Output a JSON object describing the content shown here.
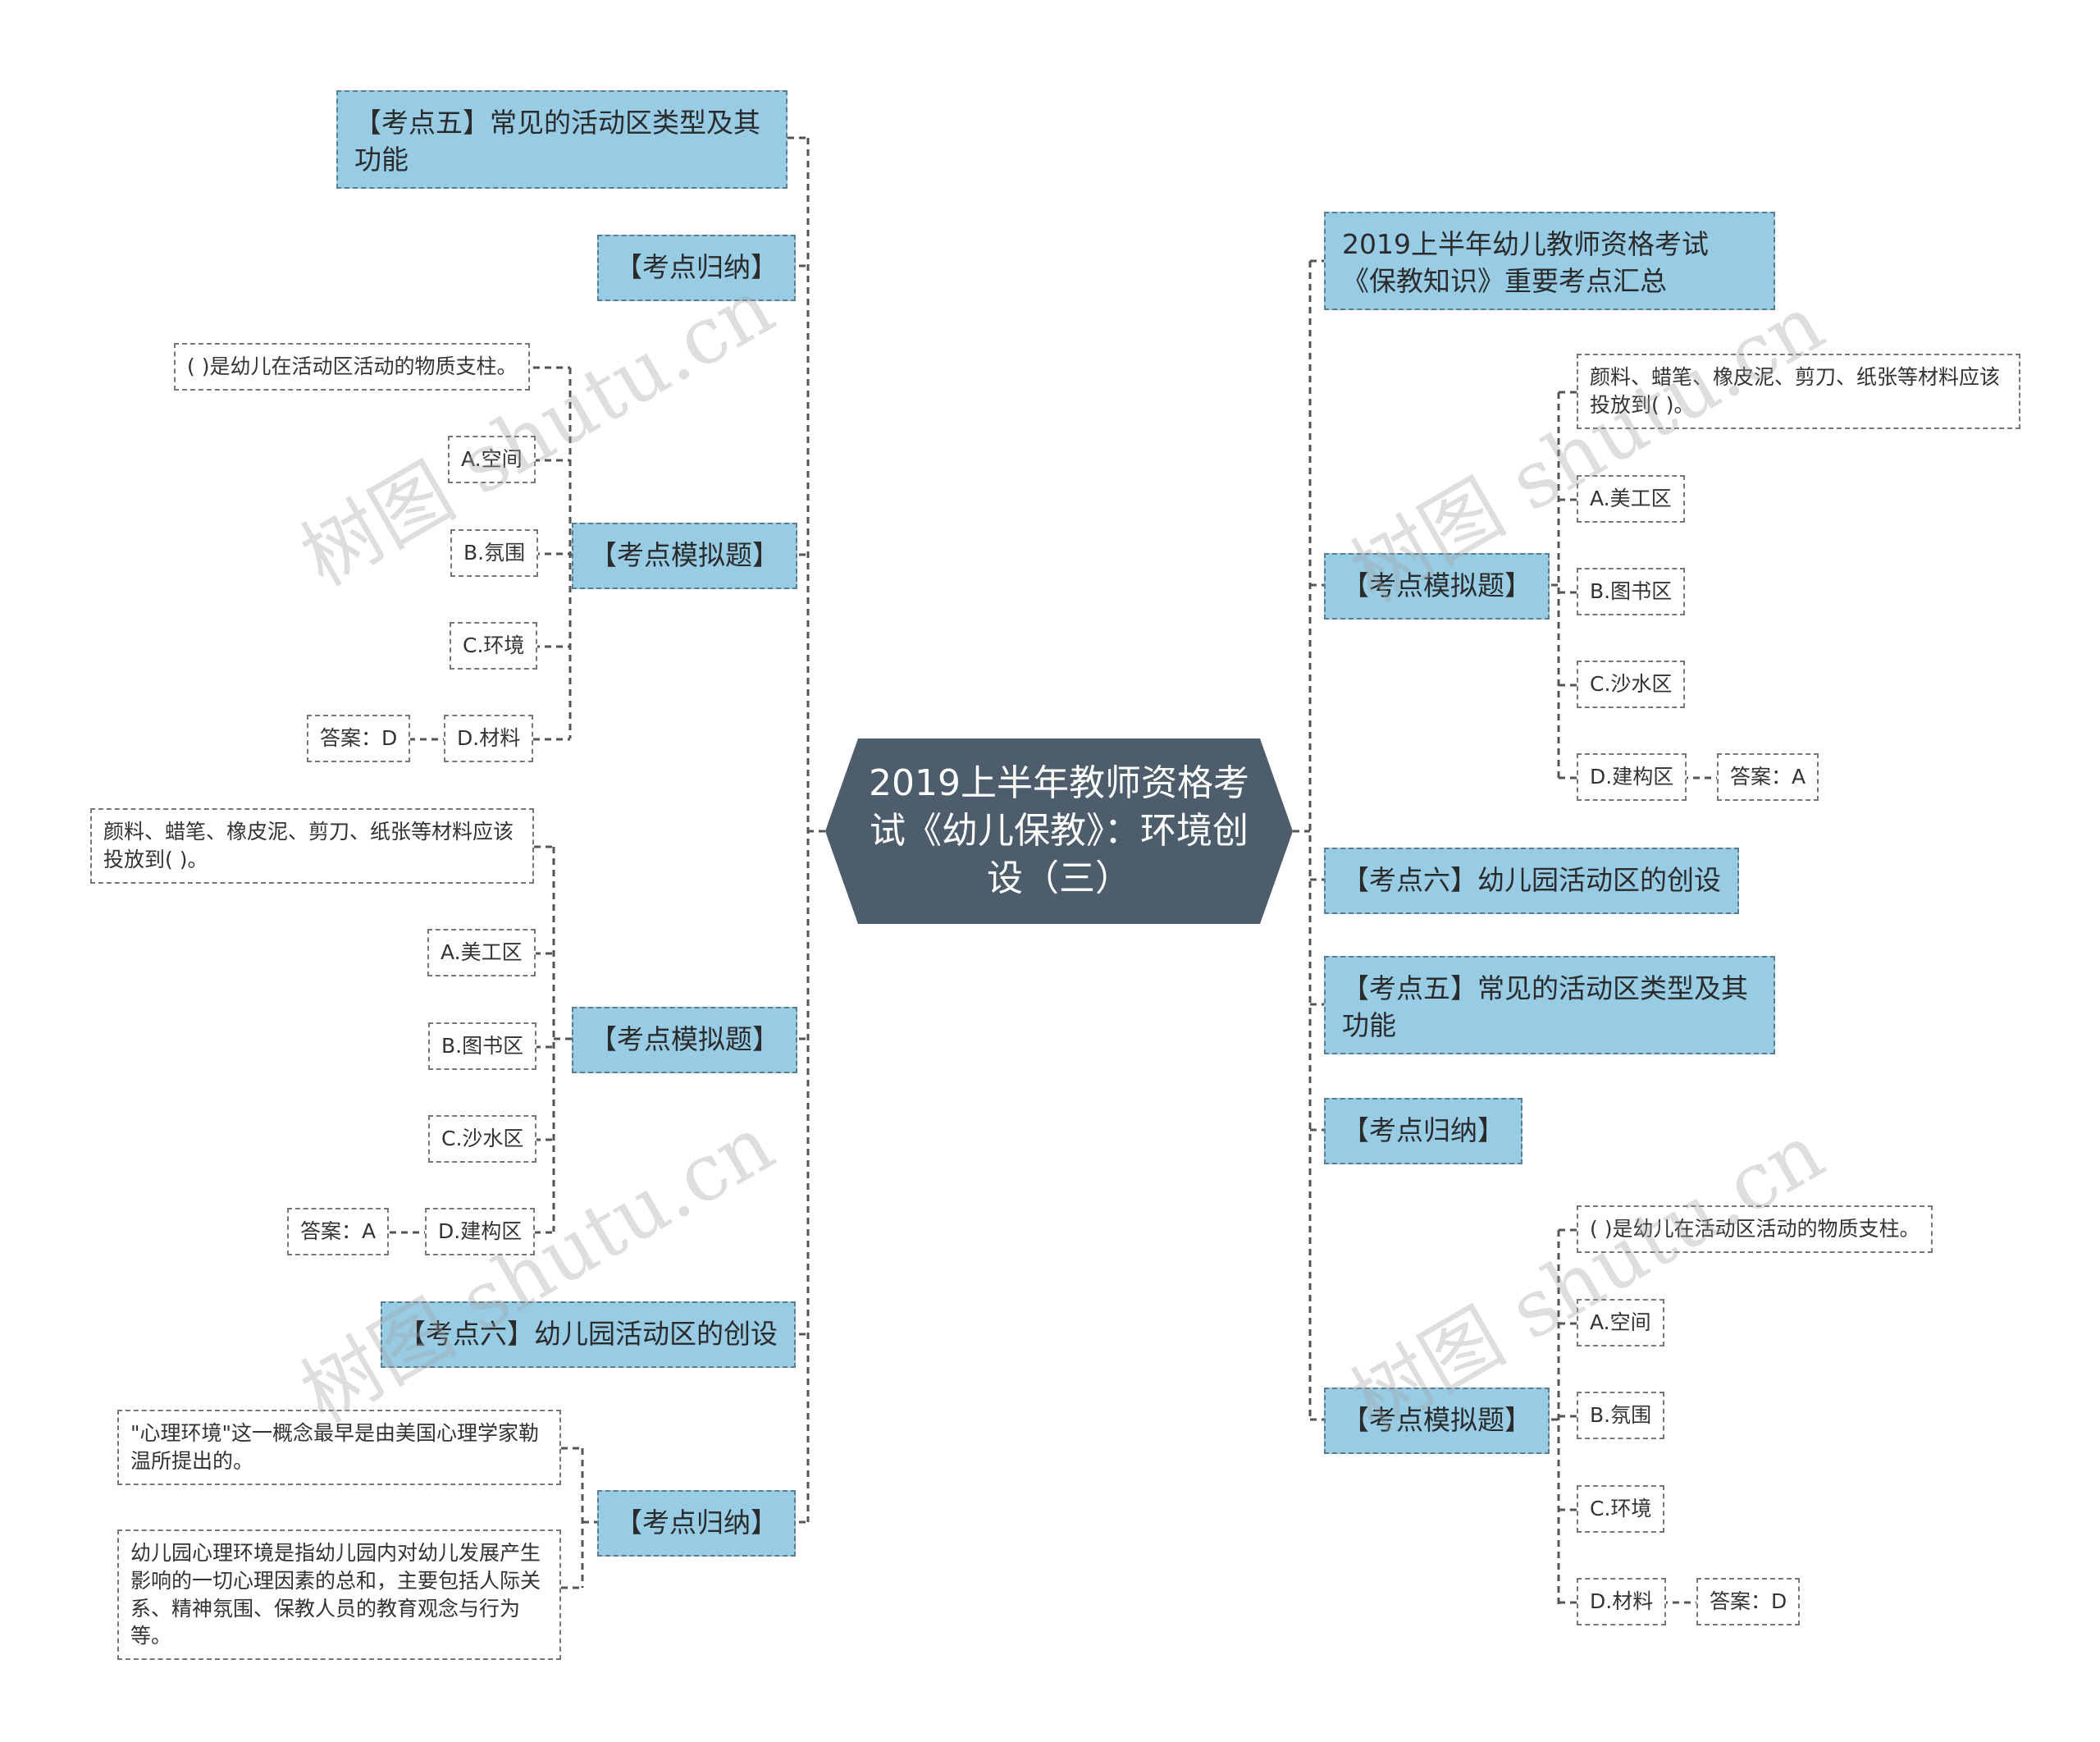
{
  "root": {
    "title": "2019上半年教师资格考试《幼儿保教》：环境创设（三）"
  },
  "left": {
    "kp5": "【考点五】常见的活动区类型及其功能",
    "gn1": "【考点归纳】",
    "mn1": {
      "title": "【考点模拟题】",
      "question": "( )是幼儿在活动区活动的物质支柱。",
      "options": [
        "A.空间",
        "B.氛围",
        "C.环境",
        "D.材料"
      ],
      "answer": "答案：D"
    },
    "mn2": {
      "title": "【考点模拟题】",
      "question": "颜料、蜡笔、橡皮泥、剪刀、纸张等材料应该投放到( )。",
      "options": [
        "A.美工区",
        "B.图书区",
        "C.沙水区",
        "D.建构区"
      ],
      "answer": "答案：A"
    },
    "kp6": "【考点六】幼儿园活动区的创设",
    "gn2": {
      "title": "【考点归纳】",
      "items": [
        "\"心理环境\"这一概念最早是由美国心理学家勒温所提出的。",
        "幼儿园心理环境是指幼儿园内对幼儿发展产生影响的一切心理因素的总和，主要包括人际关系、精神氛围、保教人员的教育观念与行为等。"
      ]
    }
  },
  "right": {
    "summary": "2019上半年幼儿教师资格考试《保教知识》重要考点汇总",
    "mn1": {
      "title": "【考点模拟题】",
      "question": "颜料、蜡笔、橡皮泥、剪刀、纸张等材料应该投放到( )。",
      "options": [
        "A.美工区",
        "B.图书区",
        "C.沙水区",
        "D.建构区"
      ],
      "answer": "答案：A"
    },
    "kp6": "【考点六】幼儿园活动区的创设",
    "kp5": "【考点五】常见的活动区类型及其功能",
    "gn": "【考点归纳】",
    "mn2": {
      "title": "【考点模拟题】",
      "question": "( )是幼儿在活动区活动的物质支柱。",
      "options": [
        "A.空间",
        "B.氛围",
        "C.环境",
        "D.材料"
      ],
      "answer": "答案：D"
    }
  },
  "watermark": "树图 shutu.cn",
  "colors": {
    "root_bg": "#4d5d6c",
    "category_bg": "#98cce5",
    "line": "#555555"
  }
}
